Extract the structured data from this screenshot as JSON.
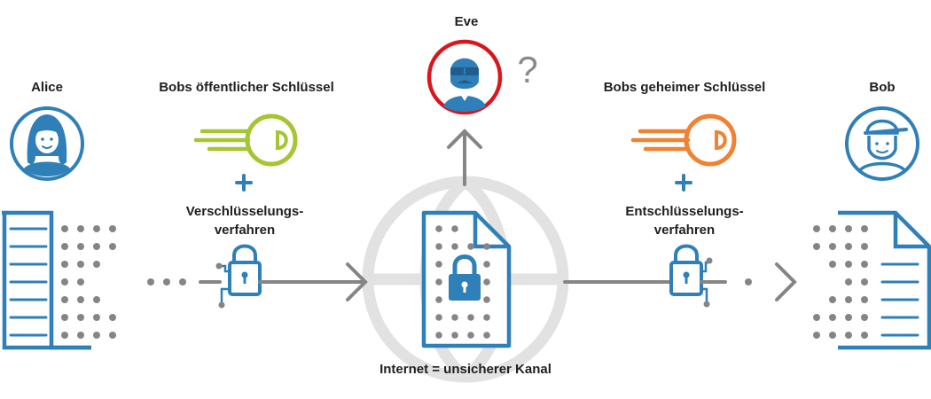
{
  "labels": {
    "alice": "Alice",
    "eve": "Eve",
    "bob": "Bob",
    "public_key": "Bobs öffentlicher Schlüssel",
    "secret_key": "Bobs geheimer Schlüssel",
    "encryption_line1": "Verschlüsselungs-",
    "encryption_line2": "verfahren",
    "decryption_line1": "Entschlüsselungs-",
    "decryption_line2": "verfahren",
    "internet": "Internet = unsicherer Kanal",
    "question_mark": "?",
    "plus_left": "+",
    "plus_right": "+"
  },
  "colors": {
    "blue": "#2f7fb8",
    "green": "#a6c532",
    "orange": "#ef8233",
    "red": "#d9161c",
    "gray": "#858585",
    "globe": "#e2e2e2"
  }
}
